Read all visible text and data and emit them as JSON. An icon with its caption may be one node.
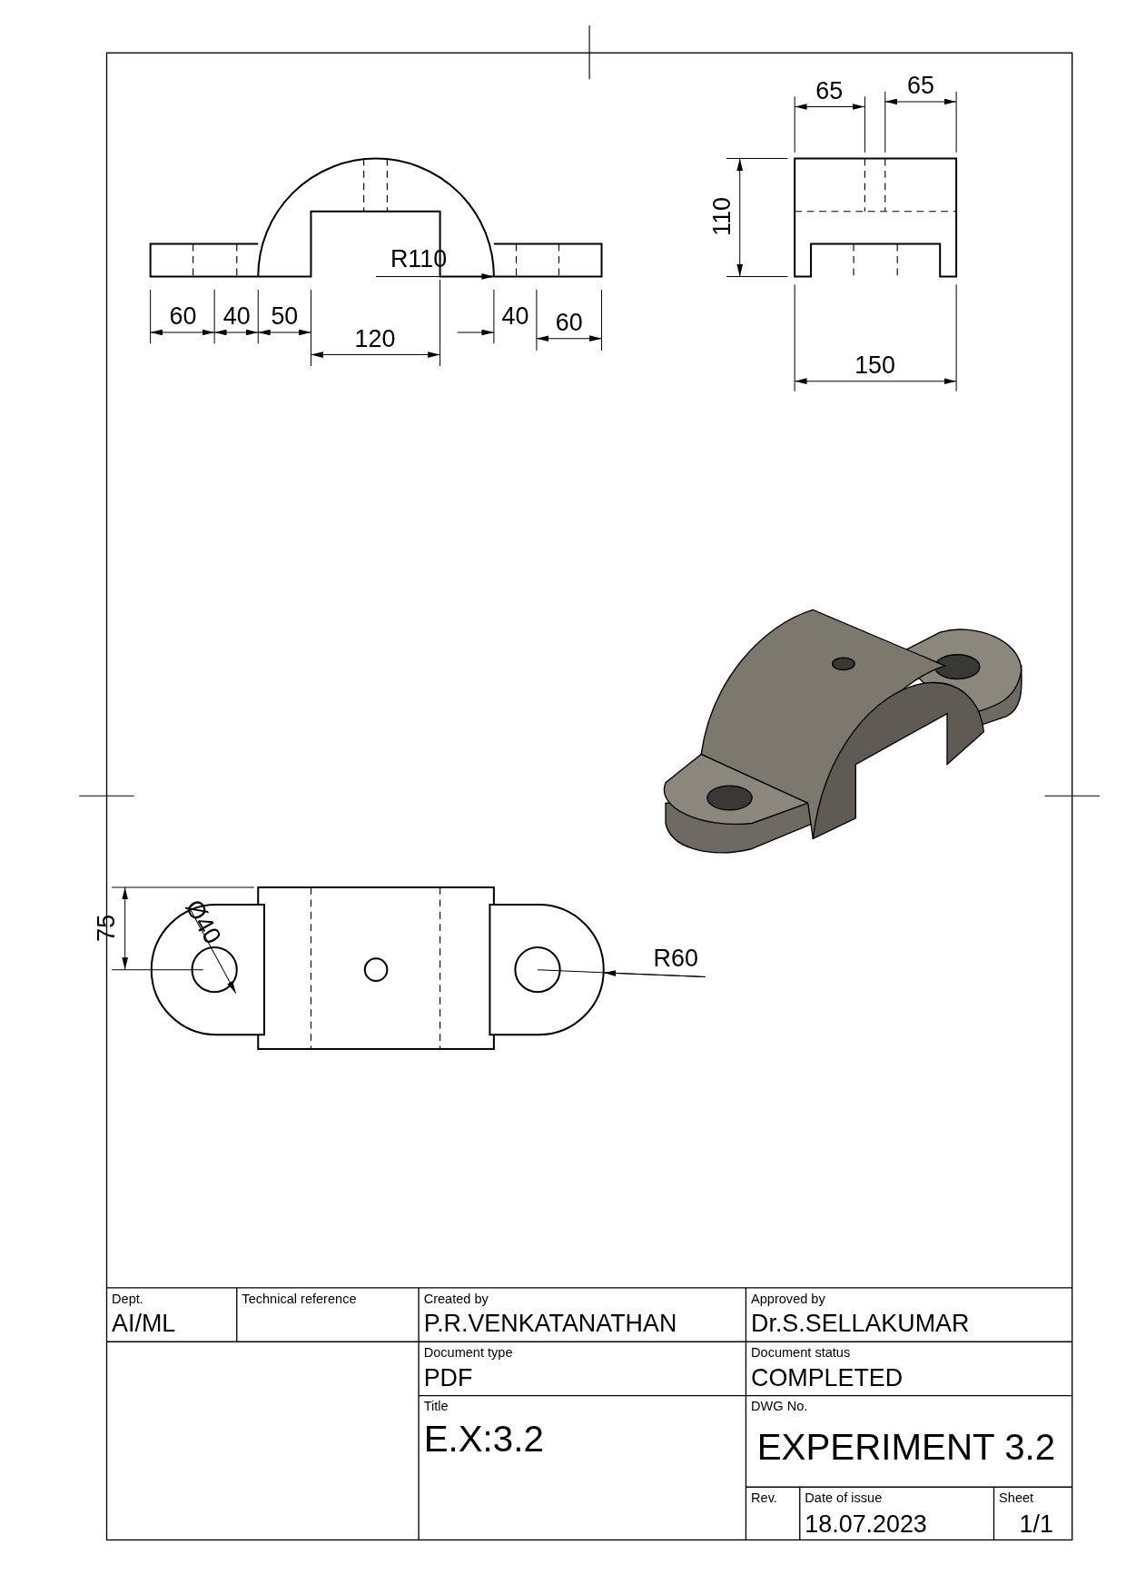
{
  "diagram": {
    "labels": [
      "65",
      "65",
      "110",
      "R110",
      "60",
      "40",
      "50",
      "120",
      "40",
      "60",
      "150",
      "75",
      "Ø40",
      "R60",
      "Dept.",
      "AI/ML",
      "Technical reference",
      "Created by",
      "P.R.VENKATANATHAN",
      "Approved by",
      "Dr.S.SELLAKUMAR",
      "Document type",
      "PDF",
      "Document status",
      "COMPLETED",
      "Title",
      "E.X:3.2",
      "DWG No.",
      "EXPERIMENT 3.2",
      "Rev.",
      "Date of issue",
      "Sheet",
      "18.07.2023",
      "1/1"
    ]
  }
}
